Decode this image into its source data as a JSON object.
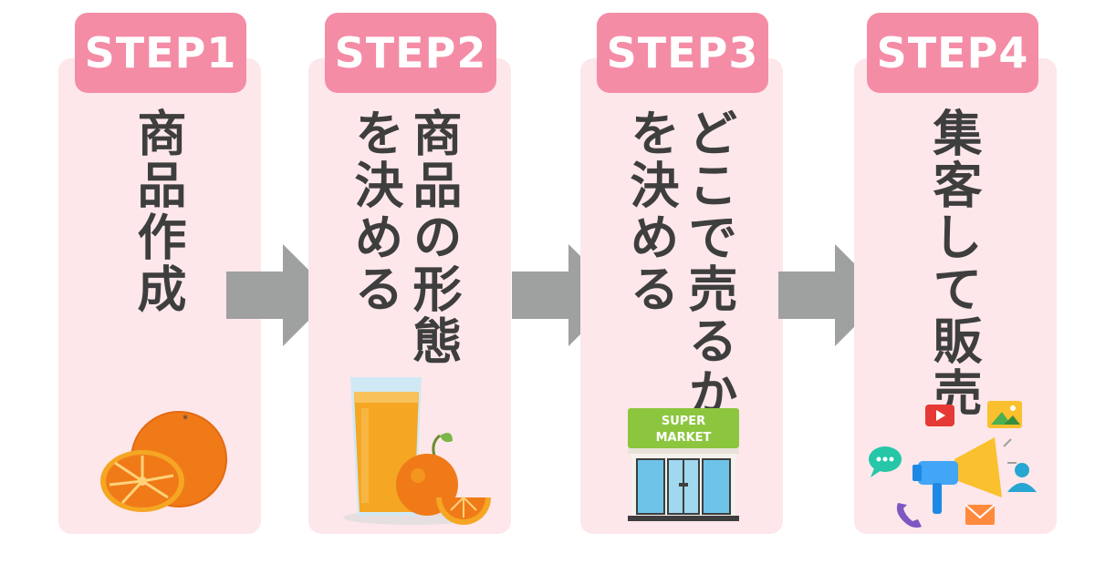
{
  "steps": [
    {
      "badge": "STEP1",
      "title": "商品作成"
    },
    {
      "badge": "STEP2",
      "title": "商品の形態\nを決める"
    },
    {
      "badge": "STEP3",
      "title": "どこで売るか\nを決める"
    },
    {
      "badge": "STEP4",
      "title": "集客して販売"
    }
  ],
  "store_sign": {
    "line1": "SUPER",
    "line2": "MARKET"
  },
  "colors": {
    "card_bg": "#fde7ea",
    "badge_bg": "#f48ca6",
    "badge_text": "#ffffff",
    "title_text": "#3e3e3e",
    "arrow": "#9fa0a0",
    "orange": "#f07a18"
  },
  "icons": [
    "orange-icon",
    "juice-glass-icon",
    "supermarket-icon",
    "megaphone-icon",
    "video-icon",
    "image-icon",
    "chat-icon",
    "user-icon",
    "phone-icon",
    "mail-icon",
    "arrow-right-icon"
  ]
}
